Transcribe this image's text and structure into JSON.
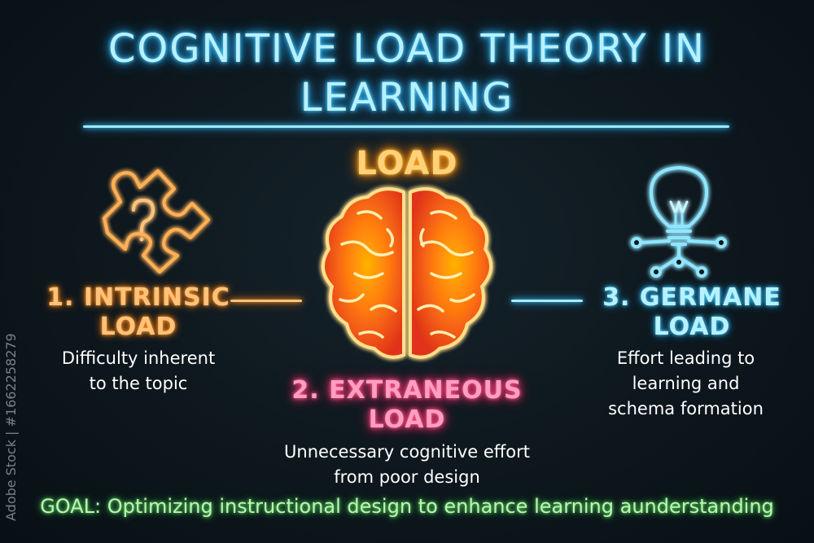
{
  "title": {
    "line1": "COGNITIVE LOAD THEORY IN",
    "line2": "LEARNING"
  },
  "center": {
    "label": "LOAD"
  },
  "intrinsic": {
    "heading_line1": "1. INTRINSIC",
    "heading_line2": "LOAD",
    "desc_line1": "Difficulty inherent",
    "desc_line2": "to the topic"
  },
  "extraneous": {
    "heading_line1": "2. EXTRANEOUS",
    "heading_line2": "LOAD",
    "desc_line1": "Unnecessary cognitive effort",
    "desc_line2": "from poor design"
  },
  "germane": {
    "heading_line1": "3. GERMANE",
    "heading_line2": "LOAD",
    "desc_line1": "Effort leading to",
    "desc_line2": "learning and",
    "desc_line3": "schema formation"
  },
  "goal": {
    "text": "GOAL: Optimizing instructional design to enhance learning aunderstanding"
  },
  "watermark": {
    "text": "Adobe Stock | #1662258279"
  },
  "icons": {
    "left": "puzzle-question-icon",
    "center": "brain-icon",
    "right": "lightbulb-network-icon"
  },
  "colors": {
    "title": "#b9f0ff",
    "intrinsic": "#ffc27a",
    "extraneous": "#ff9fbf",
    "germane": "#b7f1ff",
    "goal": "#b8f7b0"
  }
}
